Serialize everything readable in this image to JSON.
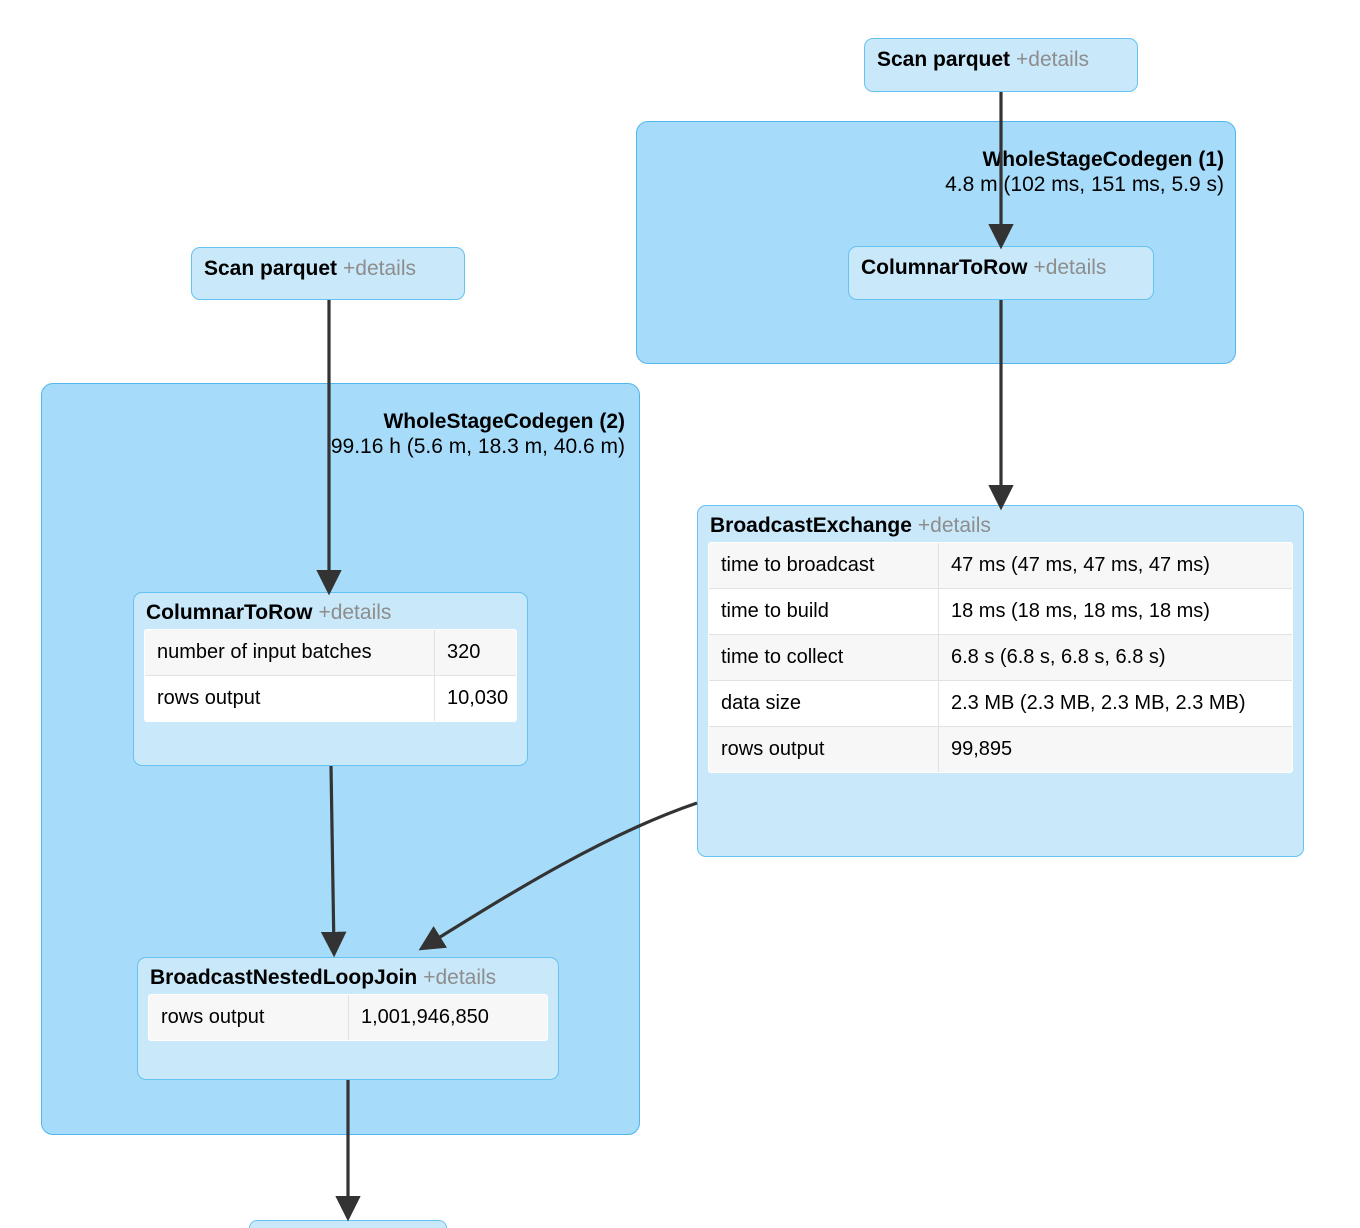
{
  "diagram": {
    "kind": "spark-sql-query-plan",
    "details_label": "+details",
    "colors": {
      "cluster_fill": "#a6dcfa",
      "cluster_border": "#52b5ec",
      "node_fill": "#c9e8fa",
      "node_border": "#66c2f0",
      "edge": "#333333",
      "details_text": "#8d8d8d",
      "table_row_odd": "#f7f7f7",
      "table_row_even": "#ffffff"
    }
  },
  "nodes": {
    "scan_parquet_right": {
      "name": "Scan parquet",
      "details": "+details"
    },
    "scan_parquet_left": {
      "name": "Scan parquet",
      "details": "+details"
    },
    "columnar_to_row_right": {
      "name": "ColumnarToRow",
      "details": "+details"
    },
    "columnar_to_row_left": {
      "name": "ColumnarToRow",
      "details": "+details",
      "metrics": [
        {
          "key": "number of input batches",
          "value": "320"
        },
        {
          "key": "rows output",
          "value": "10,030"
        }
      ]
    },
    "broadcast_exchange": {
      "name": "BroadcastExchange",
      "details": "+details",
      "metrics": [
        {
          "key": "time to broadcast",
          "value": "47 ms (47 ms, 47 ms, 47 ms)"
        },
        {
          "key": "time to build",
          "value": "18 ms (18 ms, 18 ms, 18 ms)"
        },
        {
          "key": "time to collect",
          "value": "6.8 s (6.8 s, 6.8 s, 6.8 s)"
        },
        {
          "key": "data size",
          "value": "2.3 MB (2.3 MB, 2.3 MB, 2.3 MB)"
        },
        {
          "key": "rows output",
          "value": "99,895"
        }
      ]
    },
    "broadcast_nested_loop_join": {
      "name": "BroadcastNestedLoopJoin",
      "details": "+details",
      "metrics": [
        {
          "key": "rows output",
          "value": "1,001,946,850"
        }
      ]
    }
  },
  "clusters": {
    "wholestage_1": {
      "title": "WholeStageCodegen (1)",
      "metric": "4.8 m (102 ms, 151 ms, 5.9 s)"
    },
    "wholestage_2": {
      "title": "WholeStageCodegen (2)",
      "metric": "99.16 h (5.6 m, 18.3 m, 40.6 m)"
    }
  }
}
